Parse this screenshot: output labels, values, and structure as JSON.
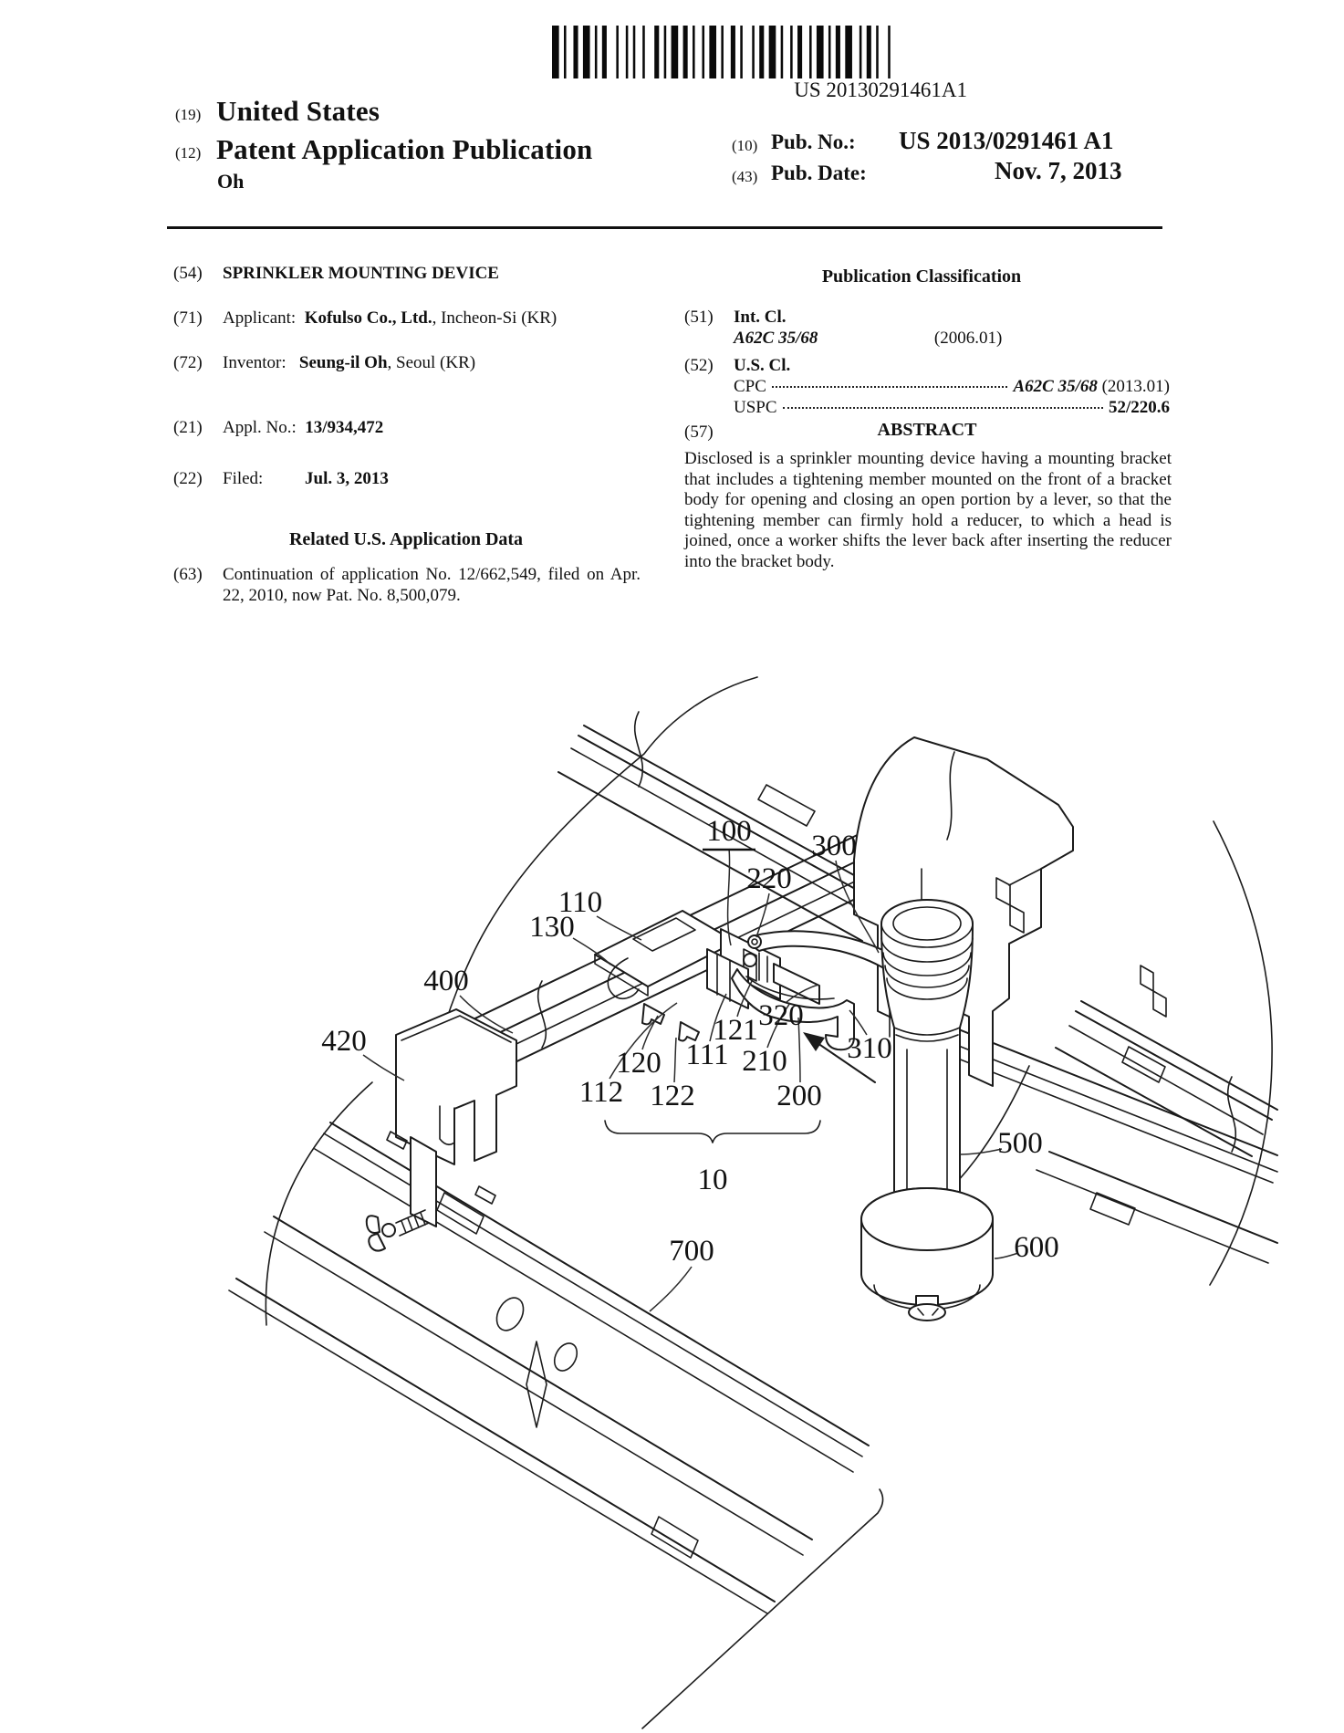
{
  "barcode_text": "US 20130291461A1",
  "header": {
    "country_num": "(19)",
    "country": "United States",
    "kind_num": "(12)",
    "kind": "Patent Application Publication",
    "inventor_surname": "Oh",
    "pubno_num": "(10)",
    "pubno_label": "Pub. No.:",
    "pubno_value": "US 2013/0291461 A1",
    "pubdate_num": "(43)",
    "pubdate_label": "Pub. Date:",
    "pubdate_value": "Nov. 7, 2013"
  },
  "left": {
    "title_num": "(54)",
    "title": "SPRINKLER MOUNTING DEVICE",
    "applicant_num": "(71)",
    "applicant_label": "Applicant:",
    "applicant_name": "Kofulso Co., Ltd.",
    "applicant_rest": ", Incheon-Si (KR)",
    "inventor_num": "(72)",
    "inventor_label": "Inventor:",
    "inventor_name": "Seung-il Oh",
    "inventor_rest": ", Seoul (KR)",
    "appl_num": "(21)",
    "appl_label": "Appl. No.:",
    "appl_value": "13/934,472",
    "filed_num": "(22)",
    "filed_label": "Filed:",
    "filed_value": "Jul. 3, 2013",
    "related_heading": "Related U.S. Application Data",
    "cont_num": "(63)",
    "cont_text": "Continuation of application No. 12/662,549, filed on Apr. 22, 2010, now Pat. No. 8,500,079."
  },
  "right": {
    "pubclass_heading": "Publication Classification",
    "intcl_num": "(51)",
    "intcl_label": "Int. Cl.",
    "intcl_code": "A62C 35/68",
    "intcl_year": "(2006.01)",
    "uscl_num": "(52)",
    "uscl_label": "U.S. Cl.",
    "cpc_label": "CPC",
    "cpc_value": "A62C 35/68",
    "cpc_year": "(2013.01)",
    "uspc_label": "USPC",
    "uspc_value": "52/220.6",
    "abstract_num": "(57)",
    "abstract_heading": "ABSTRACT",
    "abstract_text": "Disclosed is a sprinkler mounting device having a mounting bracket that includes a tightening member mounted on the front of a bracket body for opening and closing an open portion by a lever, so that the tightening member can firmly hold a reducer, to which a head is joined, once a worker shifts the lever back after inserting the reducer into the bracket body."
  },
  "figure": {
    "labels": {
      "l100": "100",
      "l110": "110",
      "l111": "111",
      "l112": "112",
      "l120": "120",
      "l121": "121",
      "l122": "122",
      "l130": "130",
      "l200": "200",
      "l210": "210",
      "l220": "220",
      "l300": "300",
      "l310": "310",
      "l320": "320",
      "l400": "400",
      "l420": "420",
      "l500": "500",
      "l600": "600",
      "l700": "700",
      "l10": "10"
    }
  }
}
